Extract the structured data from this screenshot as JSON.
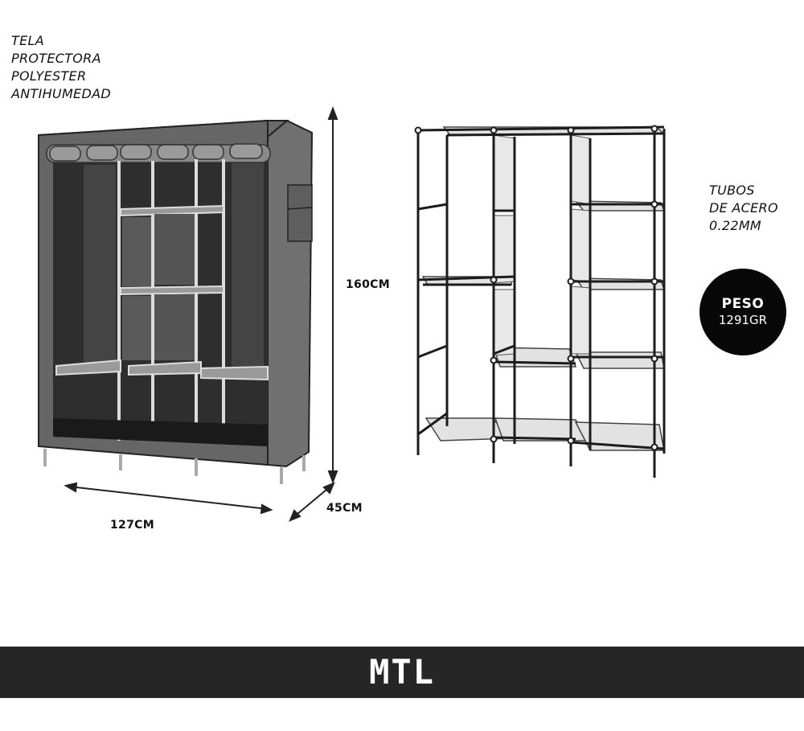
{
  "labels": {
    "tela_line1": "TELA",
    "tela_line2": "PROTECTORA",
    "tela_line3": "POLYESTER",
    "tela_line4": "ANTIHUMEDAD",
    "tubos_line1": "TUBOS",
    "tubos_line2": "DE ACERO",
    "tubos_line3": "0.22MM"
  },
  "dimensions": {
    "height": "160CM",
    "width": "127CM",
    "depth": "45CM"
  },
  "peso": {
    "title": "PESO",
    "value": "1291GR"
  },
  "brand": {
    "logo": "MTL"
  },
  "colors": {
    "fabric": "#5f5f5f",
    "fabric_dark": "#2f2f2f",
    "frame": "#1c1c1c",
    "badge": "#080808",
    "footer": "#262626"
  }
}
